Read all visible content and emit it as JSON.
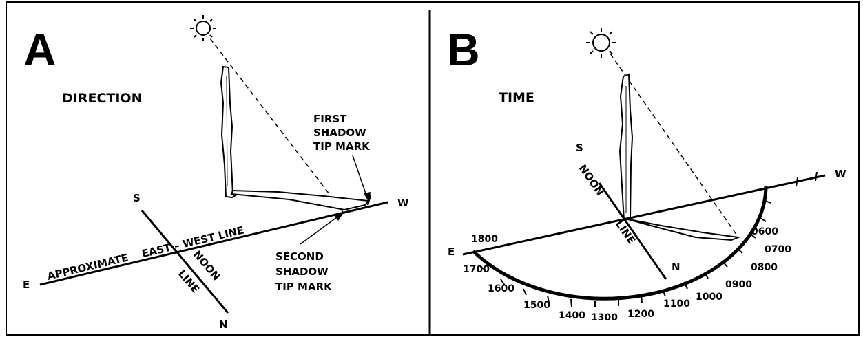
{
  "panel_a": {
    "letter": "A",
    "title": "DIRECTION",
    "first_mark": [
      "FIRST",
      "SHADOW",
      "TIP MARK"
    ],
    "second_mark": [
      "SECOND",
      "SHADOW",
      "TIP MARK"
    ],
    "ew_line": "APPROXIMATE    EAST – WEST LINE",
    "noon": "NOON",
    "line": "LINE",
    "e": "E",
    "w": "W",
    "s": "S",
    "n": "N"
  },
  "panel_b": {
    "letter": "B",
    "title": "TIME",
    "noon": "NOON",
    "line": "LINE",
    "e": "E",
    "w": "W",
    "s": "S",
    "n": "N",
    "hours": [
      "1800",
      "1700",
      "1600",
      "1500",
      "1400",
      "1300",
      "1200",
      "1100",
      "1000",
      "0900",
      "0800",
      "0700",
      "0600"
    ]
  },
  "colors": {
    "ink": "#000000",
    "background": "#ffffff"
  }
}
